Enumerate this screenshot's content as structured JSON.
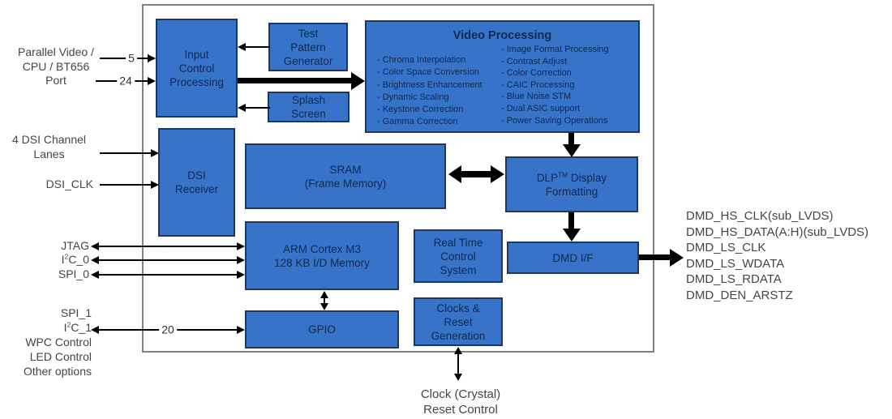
{
  "colors": {
    "block_fill": "#3773C8",
    "block_border": "#1B3763",
    "block_text": "#0E2A50",
    "outer_border": "#808080",
    "arrow": "#000000",
    "label_text": "#454545"
  },
  "blocks": {
    "input_control": {
      "lines": [
        "Input",
        "Control",
        "Processing"
      ]
    },
    "test_pattern": {
      "lines": [
        "Test",
        "Pattern",
        "Generator"
      ]
    },
    "splash": {
      "lines": [
        "Splash",
        "Screen"
      ]
    },
    "video_processing": {
      "title": "Video Processing",
      "left_items": [
        "- Chroma Interpolation",
        "- Color Space Conversion",
        "- Brightness Enhancement",
        "- Dynamic Scaling",
        "- Keystone Correction",
        "- Gamma Correction"
      ],
      "right_items": [
        "- Image Format Processing",
        "- Contrast Adjust",
        "- Color Correction",
        "- CAIC Processing",
        "- Blue Noise STM",
        "- Dual ASIC support",
        "- Power Saving Operations"
      ]
    },
    "dsi_receiver": {
      "lines": [
        "DSI",
        "Receiver"
      ]
    },
    "sram": {
      "lines": [
        "SRAM",
        "(Frame Memory)"
      ]
    },
    "dlp_formatting": {
      "line1_pre": "DLP",
      "line1_sup": "TM",
      "line1_post": " Display",
      "line2": "Formatting"
    },
    "arm": {
      "lines": [
        "ARM Cortex M3",
        "128 KB I/D Memory"
      ]
    },
    "rtc": {
      "lines": [
        "Real Time",
        "Control",
        "System"
      ]
    },
    "dmd_if": {
      "label": "DMD I/F"
    },
    "gpio": {
      "label": "GPIO"
    },
    "clocks": {
      "lines": [
        "Clocks &",
        "Reset",
        "Generation"
      ]
    }
  },
  "left_labels": {
    "parallel_video": {
      "lines": [
        "Parallel Video /",
        "CPU / BT656",
        "Port"
      ]
    },
    "dsi_lanes": {
      "lines": [
        "4 DSI Channel",
        "Lanes"
      ]
    },
    "dsi_clk": "DSI_CLK",
    "jtag": "JTAG",
    "i2c0": {
      "pre": "I",
      "sup": "2",
      "post": "C_0"
    },
    "spi0": "SPI_0",
    "spi1": "SPI_1",
    "i2c1": {
      "pre": "I",
      "sup": "2",
      "post": "C_1"
    },
    "wpc": "WPC Control",
    "led": "LED Control",
    "other": "Other options"
  },
  "wire_labels": {
    "bus5": "5",
    "bus24": "24",
    "bus20": "20"
  },
  "right_labels": {
    "dmd_signals": [
      "DMD_HS_CLK(sub_LVDS)",
      "DMD_HS_DATA(A:H)(sub_LVDS)",
      "DMD_LS_CLK",
      "DMD_LS_WDATA",
      "DMD_LS_RDATA",
      "DMD_DEN_ARSTZ"
    ]
  },
  "bottom_labels": {
    "clock_reset": [
      "Clock (Crystal)",
      "Reset Control"
    ]
  }
}
